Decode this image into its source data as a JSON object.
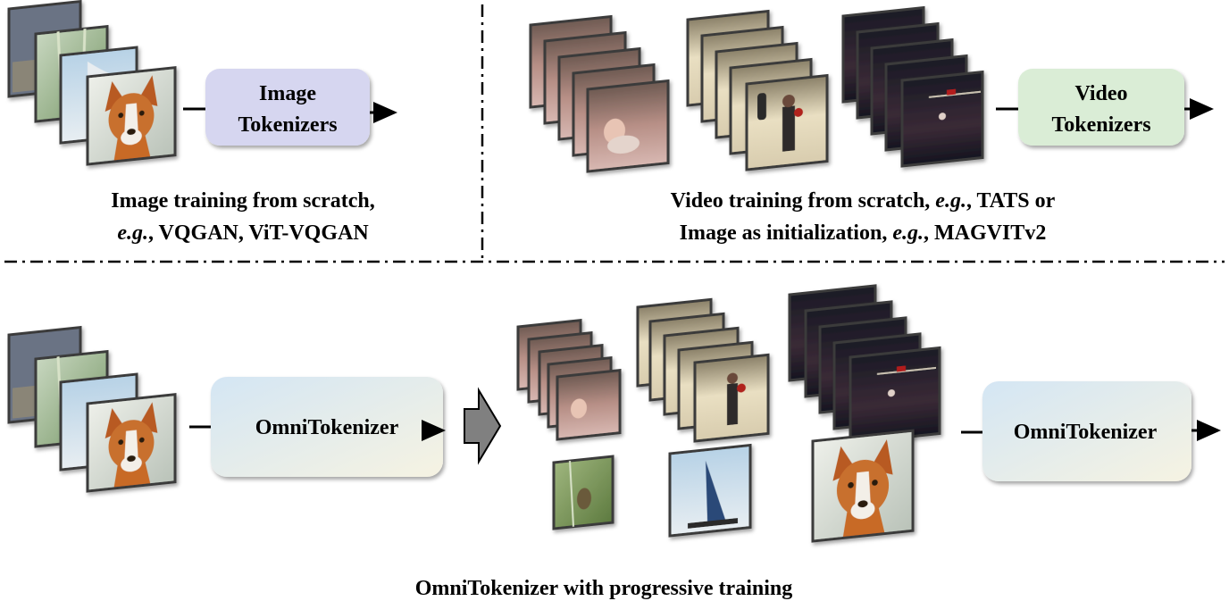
{
  "colors": {
    "image_tokenizer_box": "#d6d6f0",
    "video_tokenizer_box": "#daedd6",
    "omni_box_start": "#d4e6f4",
    "omni_box_end": "#f6f3e2",
    "big_arrow": "#808080",
    "frame_border": "#3a3a3a",
    "separator": "#000000"
  },
  "top_left": {
    "box_line1": "Image",
    "box_line2": "Tokenizers",
    "caption_line1": "Image training from scratch,",
    "caption_line2_em": "e.g.",
    "caption_line2_rest": ", VQGAN, ViT-VQGAN"
  },
  "top_right": {
    "box_line1": "Video",
    "box_line2": "Tokenizers",
    "caption_line1_a": "Video training from scratch, ",
    "caption_line1_em": "e.g.",
    "caption_line1_b": ", TATS or",
    "caption_line2_a": "Image as initialization, ",
    "caption_line2_em": "e.g.",
    "caption_line2_b": ", MAGVITv2"
  },
  "bottom": {
    "box_left": "OmniTokenizer",
    "box_right": "OmniTokenizer",
    "caption": "OmniTokenizer with progressive training"
  }
}
